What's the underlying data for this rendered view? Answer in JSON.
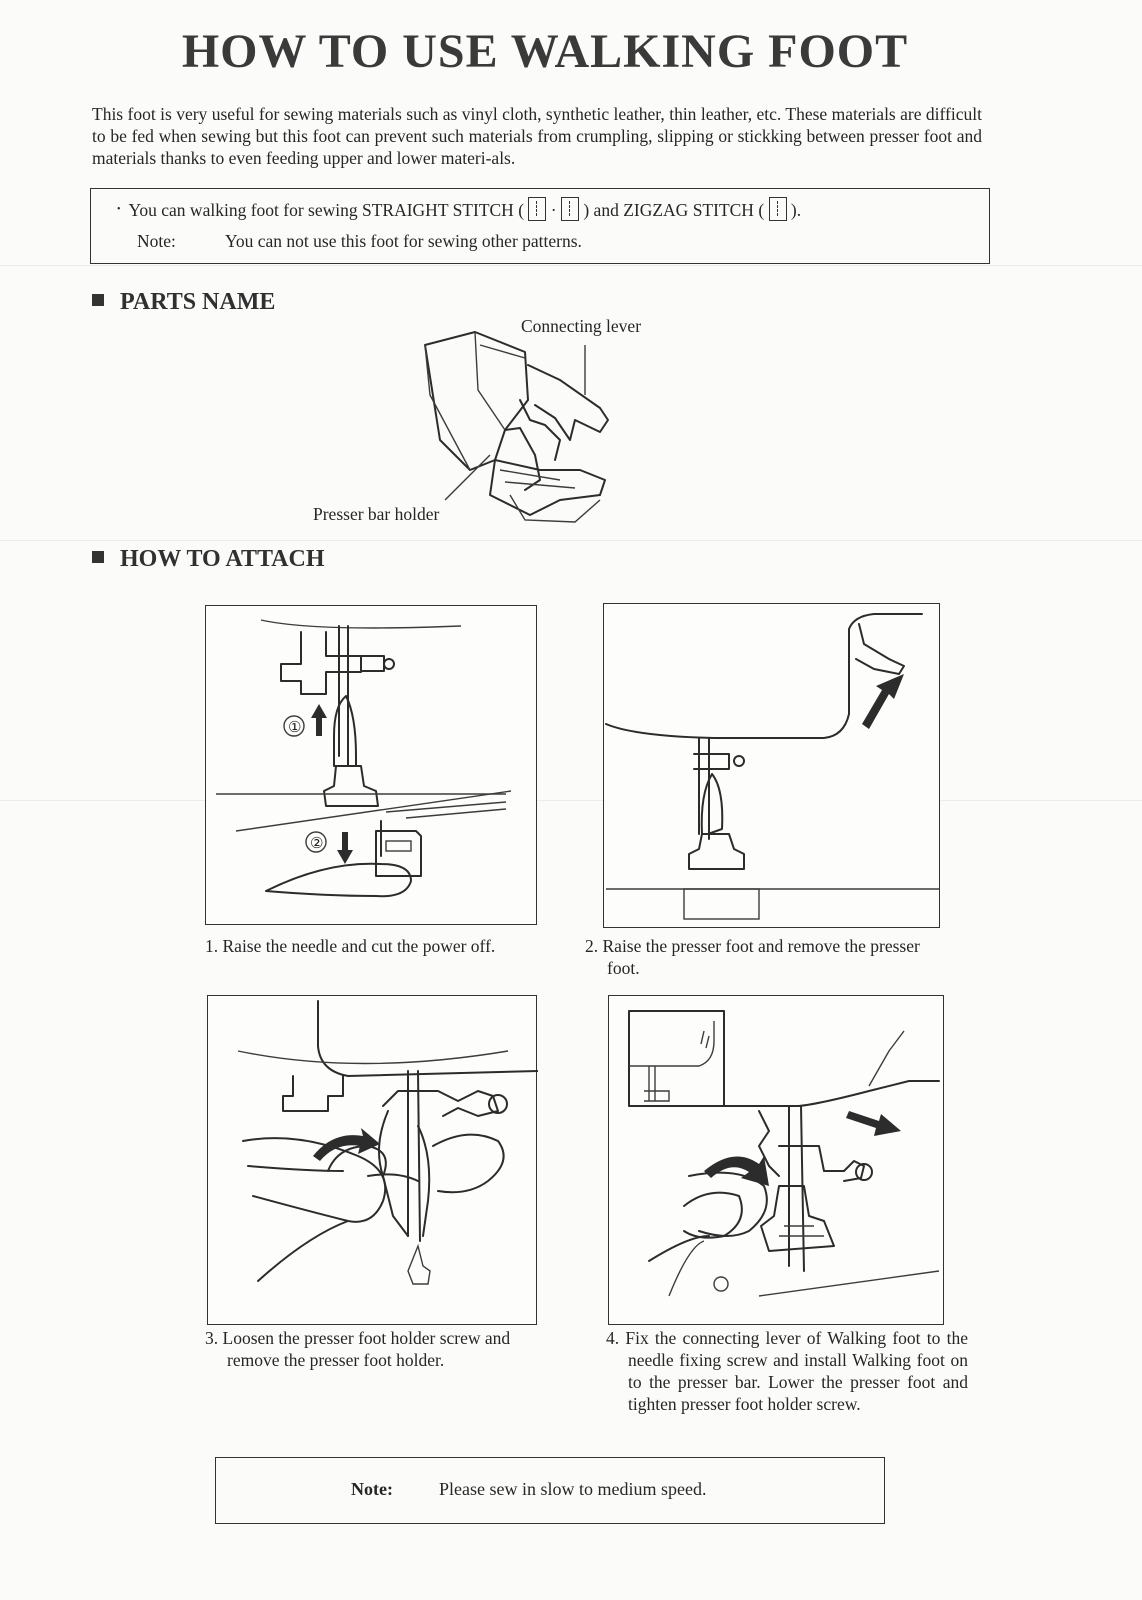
{
  "title": "HOW TO USE WALKING FOOT",
  "intro": "This foot is very useful for sewing materials such as vinyl cloth, synthetic leather, thin leather, etc. These materials are difficult to be fed when sewing but this foot can prevent such materials from crumpling, slipping or stickking between presser foot and materials thanks to even feeding upper and lower materi-als.",
  "info_box": {
    "usage_prefix": "You can walking foot for sewing STRAIGHT STITCH (",
    "separator": "·",
    "usage_middle": ") and ZIGZAG STITCH (",
    "usage_suffix": ").",
    "note_label": "Note:",
    "note_text": "You can not use this foot for sewing other patterns."
  },
  "parts_name": {
    "heading": "PARTS NAME",
    "connecting_lever_label": "Connecting lever",
    "presser_bar_holder_label": "Presser bar holder"
  },
  "how_to_attach": {
    "heading": "HOW TO ATTACH",
    "step1_marker1": "①",
    "step1_marker2": "②",
    "steps": [
      {
        "number": "1.",
        "text": "Raise the needle and cut the power off."
      },
      {
        "number": "2.",
        "text": "Raise the presser foot and remove the presser foot."
      },
      {
        "number": "3.",
        "text": "Loosen the presser foot holder screw and remove the presser foot holder."
      },
      {
        "number": "4.",
        "text": "Fix the connecting lever of Walking foot to the needle fixing screw and install Walking foot on to the presser bar. Lower the presser foot and tighten presser foot holder screw."
      }
    ]
  },
  "bottom_note": {
    "label": "Note:",
    "text": "Please sew in slow to medium speed."
  },
  "icons": {
    "bullet": "bullet-dot",
    "section_marker": "filled-square",
    "stitch_symbols": [
      "straight-stitch-symbol",
      "straight-stitch-symbol",
      "zigzag-stitch-symbol"
    ]
  }
}
